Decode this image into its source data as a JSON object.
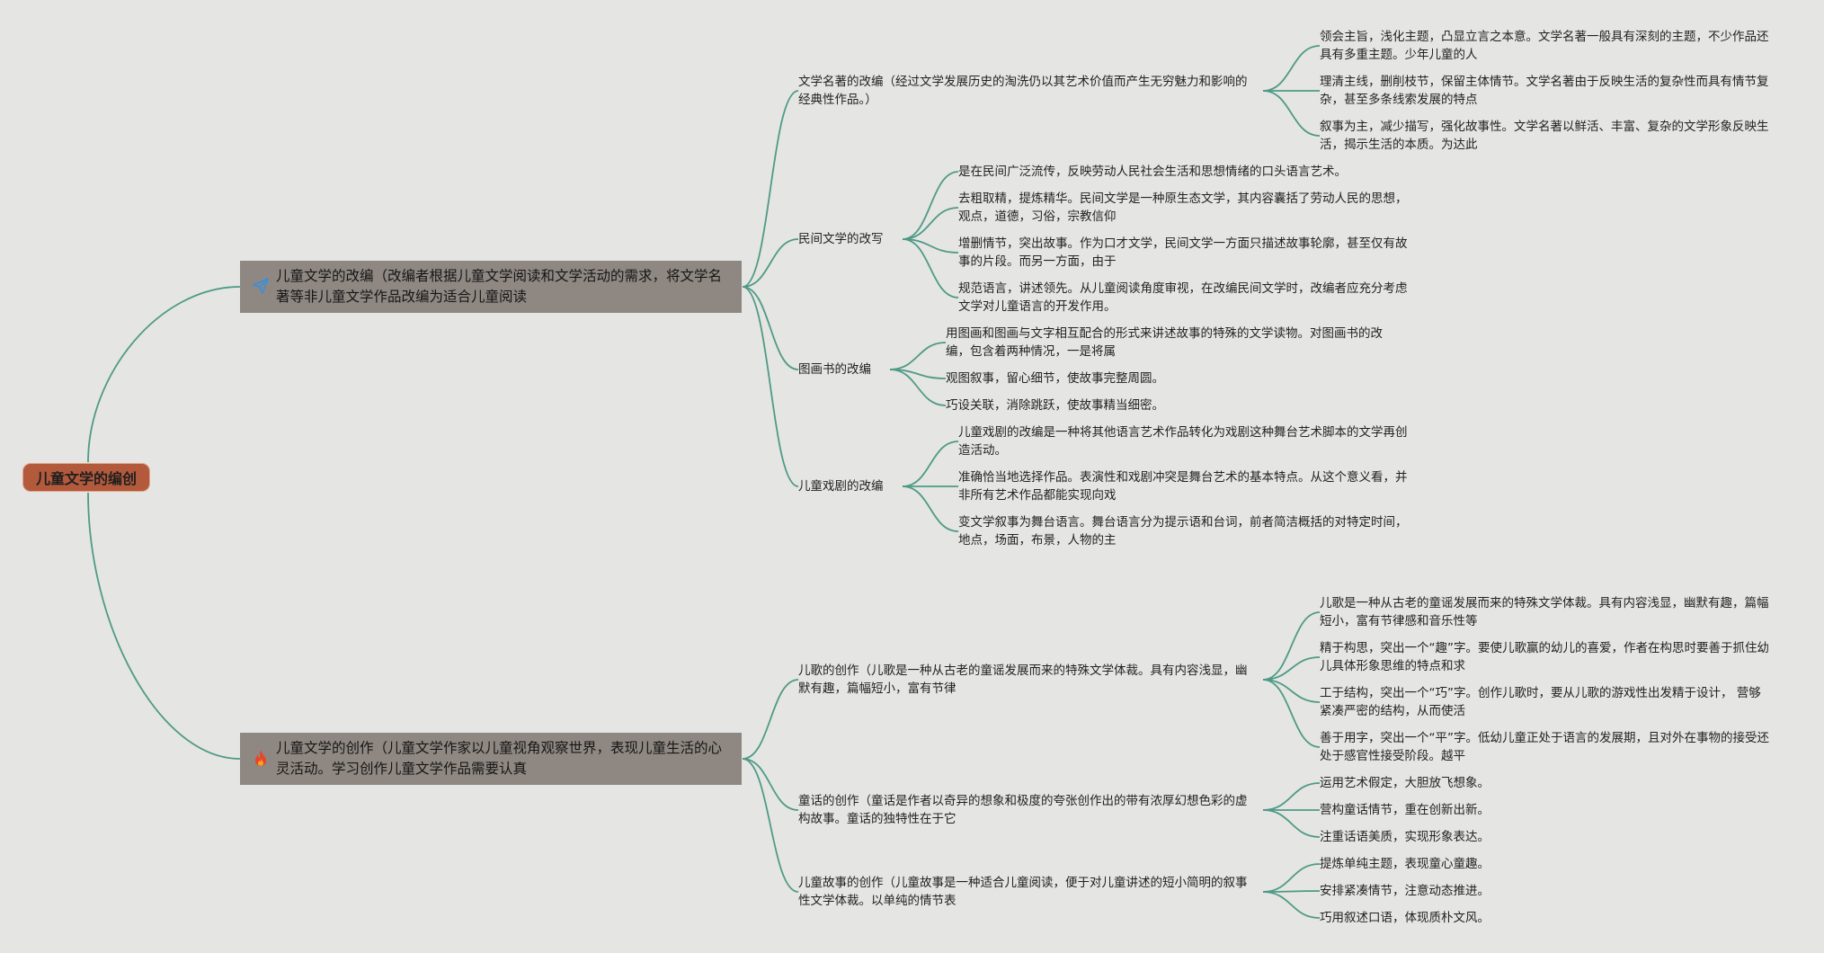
{
  "root": "儿童文学的编创",
  "colors": {
    "root_fill": "#b35a3c",
    "topic_fill": "#8f8882",
    "link": "#4e9a86",
    "background": "#e5e5e3"
  },
  "topics": [
    {
      "label": "儿童文学的改编（改编者根据儿童文学阅读和文学活动的需求，将文学名著等非儿童文学作品改编为适合儿童阅读",
      "icon": "paper-plane-icon",
      "children": [
        {
          "label": "文学名著的改编（经过文学发展历史的淘洗仍以其艺术价值而产生无穷魅力和影响的经典性作品。）",
          "leaves": [
            "领会主旨，浅化主题，凸显立言之本意。文学名著一般具有深刻的主题，不少作品还具有多重主题。少年儿童的人",
            "理清主线，删削枝节，保留主体情节。文学名著由于反映生活的复杂性而具有情节复杂，甚至多条线索发展的特点",
            "叙事为主，减少描写，强化故事性。文学名著以鲜活、丰富、复杂的文学形象反映生活，揭示生活的本质。为达此"
          ]
        },
        {
          "label": "民间文学的改写",
          "leaves": [
            "是在民间广泛流传，反映劳动人民社会生活和思想情绪的口头语言艺术。",
            "去粗取精，提炼精华。民间文学是一种原生态文学，其内容囊括了劳动人民的思想，观点，道德，习俗，宗教信仰",
            "增删情节，突出故事。作为口才文学，民间文学一方面只描述故事轮廓，甚至仅有故事的片段。而另一方面，由于",
            "规范语言，讲述领先。从儿童阅读角度审视，在改编民间文学时，改编者应充分考虑文学对儿童语言的开发作用。"
          ]
        },
        {
          "label": "图画书的改编",
          "leaves": [
            "用图画和图画与文字相互配合的形式来讲述故事的特殊的文学读物。对图画书的改编，包含着两种情况，一是将属",
            "观图叙事，留心细节，使故事完整周圆。",
            "巧设关联，消除跳跃，使故事精当细密。"
          ]
        },
        {
          "label": "儿童戏剧的改编",
          "leaves": [
            "儿童戏剧的改编是一种将其他语言艺术作品转化为戏剧这种舞台艺术脚本的文学再创造活动。",
            "准确恰当地选择作品。表演性和戏剧冲突是舞台艺术的基本特点。从这个意义看，并非所有艺术作品都能实现向戏",
            "变文学叙事为舞台语言。舞台语言分为提示语和台词，前者简洁概括的对特定时间，地点，场面，布景，人物的主"
          ]
        }
      ]
    },
    {
      "label": "儿童文学的创作（儿童文学作家以儿童视角观察世界，表现儿童生活的心灵活动。学习创作儿童文学作品需要认真",
      "icon": "fire-icon",
      "children": [
        {
          "label": "儿歌的创作（儿歌是一种从古老的童谣发展而来的特殊文学体裁。具有内容浅显，幽默有趣，篇幅短小，富有节律",
          "leaves": [
            "儿歌是一种从古老的童谣发展而来的特殊文学体裁。具有内容浅显，幽默有趣，篇幅短小，富有节律感和音乐性等",
            "精于构思，突出一个“趣”字。要使儿歌赢的幼儿的喜爱，作者在构思时要善于抓住幼儿具体形象思维的特点和求",
            "工于结构，突出一个“巧”字。创作儿歌时，要从儿歌的游戏性出发精于设计， 营够紧凑严密的结构，从而使活",
            "善于用字，突出一个“平”字。低幼儿童正处于语言的发展期，且对外在事物的接受还处于感官性接受阶段。越平"
          ]
        },
        {
          "label": "童话的创作（童话是作者以奇异的想象和极度的夸张创作出的带有浓厚幻想色彩的虚构故事。童话的独特性在于它",
          "leaves": [
            "运用艺术假定，大胆放飞想象。",
            "营构童话情节，重在创新出新。",
            "注重话语美质，实现形象表达。"
          ]
        },
        {
          "label": "儿童故事的创作（儿童故事是一种适合儿童阅读，便于对儿童讲述的短小简明的叙事性文学体裁。以单纯的情节表",
          "leaves": [
            "提炼单纯主题，表现童心童趣。",
            "安排紧凑情节，注意动态推进。",
            "巧用叙述口语，体现质朴文风。"
          ]
        }
      ]
    }
  ]
}
